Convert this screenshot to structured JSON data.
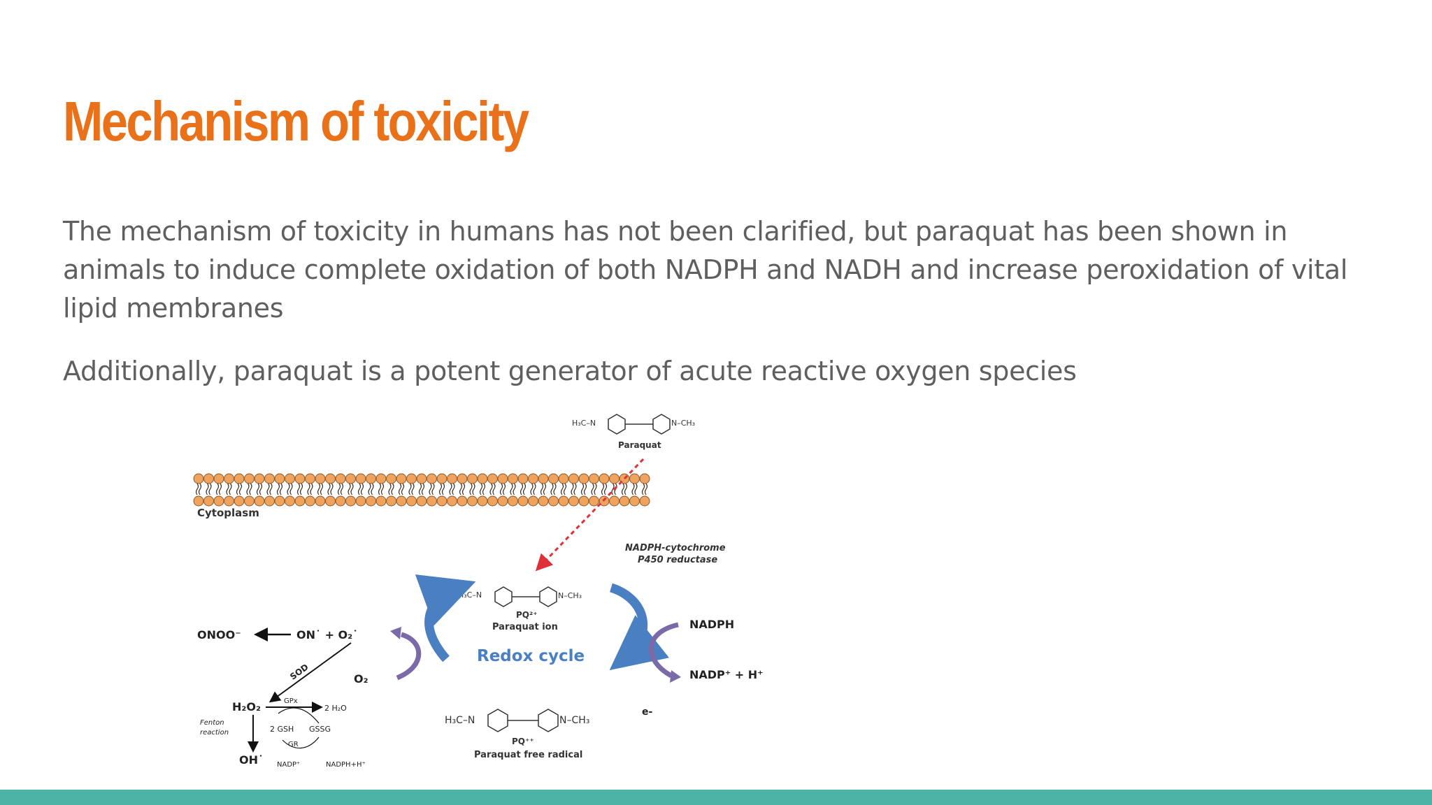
{
  "slide": {
    "title": "Mechanism of toxicity",
    "paragraphs": [
      "The mechanism of toxicity in humans has not been clarified, but paraquat has  been shown in animals to induce complete oxidation of both NADPH and  NADH and increase peroxidation of vital lipid membranes",
      "Additionally, paraquat is a potent generator of acute reactive oxygen species"
    ]
  },
  "figure": {
    "paraquat_top_label": "Paraquat",
    "top_h3c": "H₃C–N",
    "top_ch3": "N–CH₃",
    "cytoplasm": "Cytoplasm",
    "enzyme_line1": "NADPH-cytochrome",
    "enzyme_line2": "P450 reductase",
    "pq_ion_h3c": "H₃C–N",
    "pq_ion_ch3": "N–CH₃",
    "pq_ion_formula": "PQ²⁺",
    "pq_ion_label": "Paraquat ion",
    "redox_cycle": "Redox cycle",
    "nadph": "NADPH",
    "nadp": "NADP⁺ + H⁺",
    "e_minus": "e-",
    "pq_rad_h3c": "H₃C–N",
    "pq_rad_ch3": "N–CH₃",
    "pq_rad_formula": "PQ⁺⁺",
    "pq_rad_label": "Paraquat free radical",
    "onoo": "ONOO⁻",
    "on_o2": "ON˙ + O₂˙",
    "sod": "SOD",
    "o2": "O₂",
    "h2o2": "H₂O₂",
    "gpx": "GPx",
    "two_h2o": "2 H₂O",
    "fenton1": "Fenton",
    "fenton2": "reaction",
    "two_gsh": "2 GSH",
    "gssg": "GSSG",
    "gr": "GR",
    "oh": "OH˙",
    "nadp_small": "NADP⁺",
    "nadph_small": "NADPH+H⁺"
  }
}
